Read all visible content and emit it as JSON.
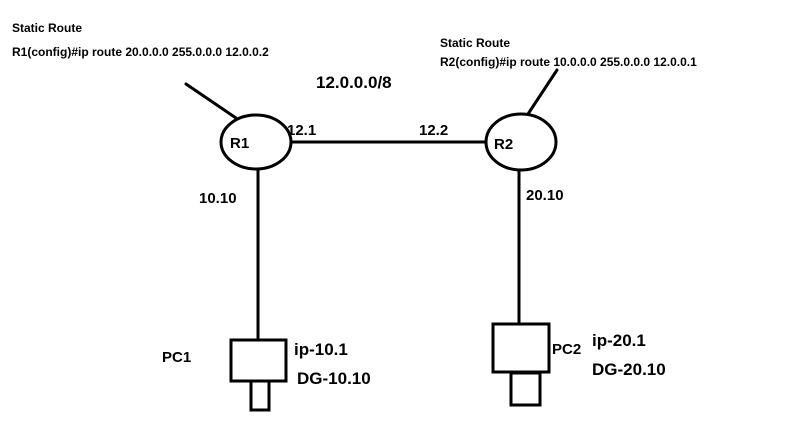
{
  "r1_config": {
    "heading": "Static Route",
    "command": "R1(config)#ip route 20.0.0.0 255.0.0.0 12.0.0.2"
  },
  "r2_config": {
    "heading": "Static Route",
    "command": "R2(config)#ip route 10.0.0.0 255.0.0.0 12.0.0.1"
  },
  "link_network": "12.0.0.0/8",
  "routers": {
    "r1": {
      "name": "R1",
      "link_ip": "12.1",
      "lan_ip": "10.10"
    },
    "r2": {
      "name": "R2",
      "link_ip": "12.2",
      "lan_ip": "20.10"
    }
  },
  "pcs": {
    "pc1": {
      "name": "PC1",
      "ip": "ip-10.1",
      "gateway": "DG-10.10"
    },
    "pc2": {
      "name": "PC2",
      "ip": "ip-20.1",
      "gateway": "DG-20.10"
    }
  }
}
